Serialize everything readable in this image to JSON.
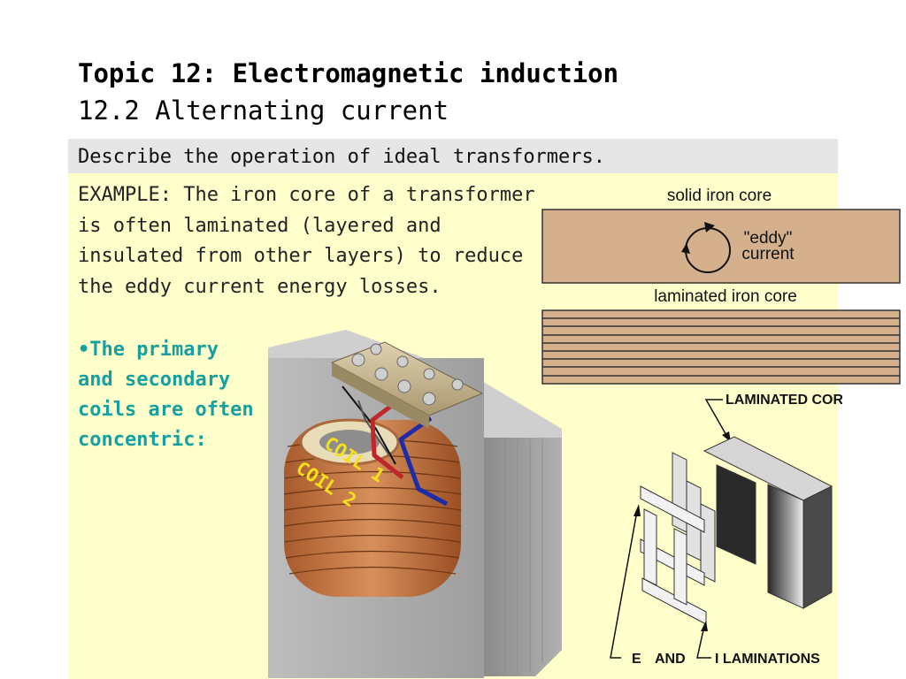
{
  "slide": {
    "title": "Topic 12: Electromagnetic induction",
    "subtitle": "12.2 Alternating current",
    "objective": "Describe the operation of ideal transformers.",
    "example": "EXAMPLE: The iron core of a transformer is often laminated (layered and insulated from other layers) to reduce the eddy current energy losses.",
    "bullet": "•The primary and secondary coils are often concentric:"
  },
  "core_diagram": {
    "solid_label": "solid iron core",
    "eddy_label_line1": "\"eddy\"",
    "eddy_label_line2": "current",
    "laminated_label": "laminated iron core"
  },
  "transformer_image": {
    "coil1_label": "COIL 1",
    "coil2_label": "COIL 2"
  },
  "laminations_diagram": {
    "core_label": "LAMINATED CORE",
    "ei_label_1": "E",
    "ei_label_2": "AND",
    "ei_label_3": "I LAMINATIONS"
  },
  "colors": {
    "accent_teal": "#17a0a0",
    "content_bg": "#ffffcc",
    "objective_bg": "#e6e6e6",
    "core_tan": "#d4b08c",
    "coil_label_yellow": "#f5e11a"
  }
}
